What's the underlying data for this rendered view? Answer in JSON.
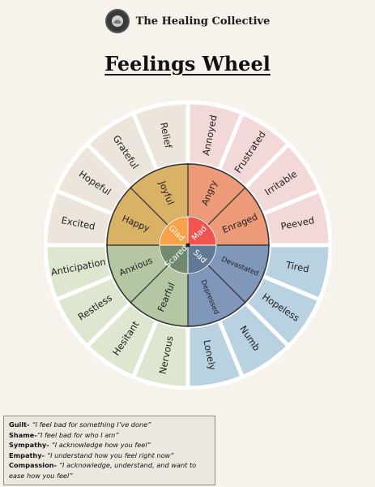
{
  "header": {
    "brand": "The Healing Collective"
  },
  "title": "Feelings Wheel",
  "wheel": {
    "core": [
      {
        "label": "Mad",
        "color": "#f4544f"
      },
      {
        "label": "Sad",
        "color": "#5f7a92"
      },
      {
        "label": "Scared",
        "color": "#6f8a6e"
      },
      {
        "label": "Glad",
        "color": "#f7a247"
      }
    ],
    "middle": [
      {
        "label": "Angry",
        "color": "#ec9a78"
      },
      {
        "label": "Enraged",
        "color": "#ec9a78"
      },
      {
        "label": "Devastated",
        "color": "#7f97bb"
      },
      {
        "label": "Depressed",
        "color": "#7f97bb"
      },
      {
        "label": "Fearful",
        "color": "#b5c6a2"
      },
      {
        "label": "Anxious",
        "color": "#b5c6a2"
      },
      {
        "label": "Happy",
        "color": "#d9b266"
      },
      {
        "label": "Joyful",
        "color": "#d9b266"
      }
    ],
    "outer": [
      {
        "label": "Annoyed",
        "color": "#f2d8d8"
      },
      {
        "label": "Frustrated",
        "color": "#f2d8d8"
      },
      {
        "label": "Irritable",
        "color": "#f2d8d8"
      },
      {
        "label": "Peeved",
        "color": "#f2d8d8"
      },
      {
        "label": "Tired",
        "color": "#b8d2e2"
      },
      {
        "label": "Hopeless",
        "color": "#b8d2e2"
      },
      {
        "label": "Numb",
        "color": "#b8d2e2"
      },
      {
        "label": "Lonely",
        "color": "#b8d2e2"
      },
      {
        "label": "Nervous",
        "color": "#dde6cf"
      },
      {
        "label": "Hesitant",
        "color": "#dde6cf"
      },
      {
        "label": "Restless",
        "color": "#dde6cf"
      },
      {
        "label": "Anticipation",
        "color": "#dde6cf"
      },
      {
        "label": "Excited",
        "color": "#ece5db"
      },
      {
        "label": "Hopeful",
        "color": "#ece5db"
      },
      {
        "label": "Grateful",
        "color": "#ece5db"
      },
      {
        "label": "Relief",
        "color": "#ece5db"
      }
    ]
  },
  "legend": [
    {
      "term": "Guilt",
      "sep": "- ",
      "quote": "“I feel bad for something I’ve done”"
    },
    {
      "term": "Shame",
      "sep": "-",
      "quote": "“I feel bad for who I am”"
    },
    {
      "term": "Sympathy",
      "sep": "- ",
      "quote": "“I acknowledge how you feel”"
    },
    {
      "term": "Empathy",
      "sep": "- ",
      "quote": "“I understand how you feel right now”"
    },
    {
      "term": "Compassion",
      "sep": "- ",
      "quote": "“I acknowledge, understand, and want to"
    },
    {
      "term": "",
      "sep": "",
      "quote": "ease how you feel”"
    }
  ]
}
